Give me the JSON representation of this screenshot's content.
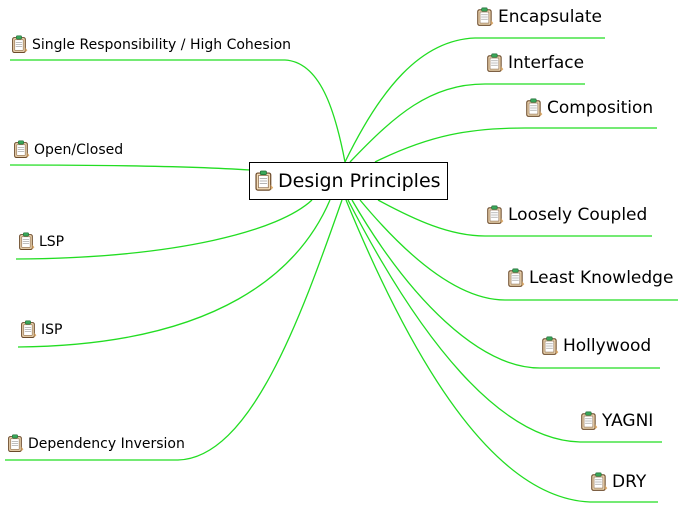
{
  "diagram": {
    "line_color": "#22dd22",
    "icon_name": "notepad-icon",
    "root": {
      "label": "Design Principles"
    },
    "left_nodes": [
      {
        "id": "single-responsibility",
        "label": "Single Responsibility / High Cohesion"
      },
      {
        "id": "open-closed",
        "label": "Open/Closed"
      },
      {
        "id": "lsp",
        "label": "LSP"
      },
      {
        "id": "isp",
        "label": "ISP"
      },
      {
        "id": "dependency-inversion",
        "label": "Dependency Inversion"
      }
    ],
    "right_nodes": [
      {
        "id": "encapsulate",
        "label": "Encapsulate"
      },
      {
        "id": "interface",
        "label": "Interface"
      },
      {
        "id": "composition",
        "label": "Composition"
      },
      {
        "id": "loosely-coupled",
        "label": "Loosely Coupled"
      },
      {
        "id": "least-knowledge",
        "label": "Least Knowledge"
      },
      {
        "id": "hollywood",
        "label": "Hollywood"
      },
      {
        "id": "yagni",
        "label": "YAGNI"
      },
      {
        "id": "dry",
        "label": "DRY"
      }
    ]
  }
}
